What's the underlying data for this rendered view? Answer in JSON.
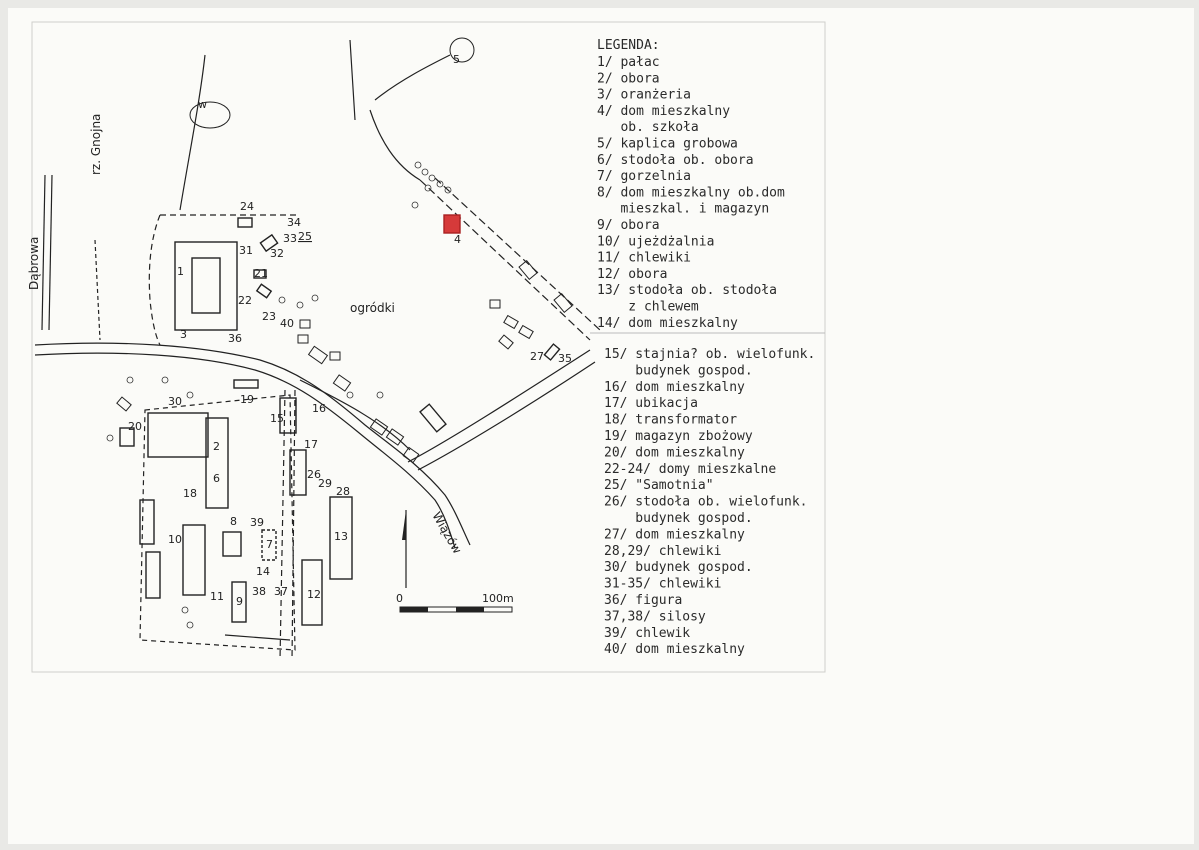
{
  "legend": {
    "title": "LEGENDA:",
    "items_col1": [
      "1/ pałac",
      "2/ obora",
      "3/ oranżeria",
      "4/ dom mieszkalny",
      "   ob. szkoła",
      "5/ kaplica grobowa",
      "6/ stodoła ob. obora",
      "7/ gorzelnia",
      "8/ dom mieszkalny ob.dom",
      "   mieszkal. i magazyn",
      "9/ obora",
      "10/ ujeżdżalnia",
      "11/ chlewiki",
      "12/ obora",
      "13/ stodoła ob. stodoła",
      "    z chlewem",
      "14/ dom mieszkalny"
    ],
    "items_col2": [
      "15/ stajnia? ob. wielofunk.",
      "    budynek gospod.",
      "16/ dom mieszkalny",
      "17/ ubikacja",
      "18/ transformator",
      "19/ magazyn zbożowy",
      "20/ dom mieszkalny",
      "22-24/ domy mieszkalne",
      "25/ \"Samotnia\"",
      "26/ stodoła ob. wielofunk.",
      "    budynek gospod.",
      "27/ dom mieszkalny",
      "28,29/ chlewiki",
      "30/ budynek gospod.",
      "31-35/ chlewiki",
      "36/ figura",
      "37,38/ silosy",
      "39/ chlewik",
      "40/ dom mieszkalny"
    ]
  },
  "map": {
    "labels": {
      "river": "rz. Gnojna",
      "road_west": "Dąbrowa",
      "road_southeast": "Wiązów",
      "gardens": "ogródki",
      "pond": "w"
    },
    "scale": {
      "start": "0",
      "end": "100m"
    },
    "building_numbers": {
      "b1": "1",
      "b2": "2",
      "b3": "3",
      "b4": "4",
      "b5": "5",
      "b6": "6",
      "b7": "7",
      "b8": "8",
      "b9": "9",
      "b10": "10",
      "b11": "11",
      "b12": "12",
      "b13": "13",
      "b14": "14",
      "b15": "15",
      "b16": "16",
      "b17": "17",
      "b18": "18",
      "b19": "19",
      "b20": "20",
      "b21": "21",
      "b22": "22",
      "b23": "23",
      "b24": "24",
      "b25": "25",
      "b26": "26",
      "b27": "27",
      "b28": "28",
      "b29": "29",
      "b30": "30",
      "b31": "31",
      "b32": "32",
      "b33": "33",
      "b34": "34",
      "b35": "35",
      "b36": "36",
      "b37": "37",
      "b38": "38",
      "b39": "39",
      "b40": "40"
    }
  },
  "colors": {
    "paper": "#fbfbf8",
    "ink": "#222222",
    "highlight": "#d63a3a"
  }
}
